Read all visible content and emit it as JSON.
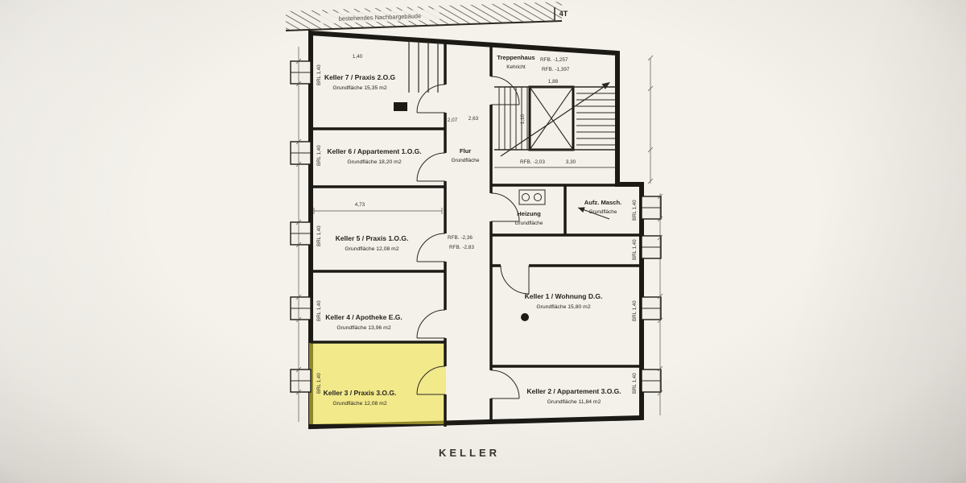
{
  "caption": "KELLER",
  "neighbor": {
    "label": "bestehendes Nachbargebäude",
    "marker": "4T"
  },
  "window_label": "BRL 1,40",
  "rooms": [
    {
      "id": "keller-7",
      "label": "Keller 7 / Praxis 2.O.G",
      "area": "Grundfläche 15,35 m2"
    },
    {
      "id": "keller-6",
      "label": "Keller 6 / Appartement 1.O.G.",
      "area": "Grundfläche 18,20 m2"
    },
    {
      "id": "keller-5",
      "label": "Keller 5 / Praxis 1.O.G.",
      "area": "Grundfläche 12,08 m2"
    },
    {
      "id": "keller-4",
      "label": "Keller 4 / Apotheke E.G.",
      "area": "Grundfläche 13,96 m2"
    },
    {
      "id": "keller-3",
      "label": "Keller 3 / Praxis 3.O.G.",
      "area": "Grundfläche 12,08 m2",
      "highlighted": true
    },
    {
      "id": "keller-1",
      "label": "Keller 1 / Wohnung D.G.",
      "area": "Grundfläche 15,80 m2"
    },
    {
      "id": "keller-2",
      "label": "Keller 2 / Appartement 3.O.G.",
      "area": "Grundfläche 11,84 m2"
    }
  ],
  "service": {
    "flur": {
      "label": "Flur",
      "area": "Grundfläche"
    },
    "treppenhaus": {
      "label": "Treppenhaus",
      "sub": "Kehricht"
    },
    "heizung": {
      "label": "Heizung",
      "area": "Grundfläche"
    },
    "aufzug": {
      "label": "Aufz. Masch.",
      "area": "Grundfläche"
    }
  },
  "dims": [
    "1,40",
    "2,63",
    "4,73",
    "1,10",
    "1,88",
    "RFB. -1,257",
    "RFB. -1,397",
    "RFB. -2,03",
    "3,30",
    "RFB. -2,36",
    "RFB. -2,83",
    "2,07"
  ],
  "colors": {
    "ink": "#1c1a15",
    "paper": "#f2efe8",
    "highlight": "#f0e23c"
  }
}
